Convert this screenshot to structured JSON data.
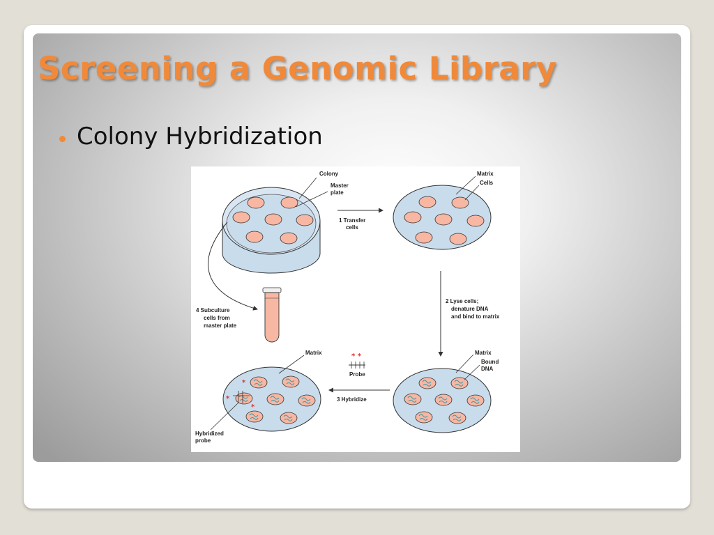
{
  "slide": {
    "title": "Screening a Genomic Library",
    "bullet": "Colony Hybridization"
  },
  "diagram": {
    "labels": {
      "colony": "Colony",
      "master_plate_1": "Master",
      "master_plate_2": "plate",
      "matrix_top": "Matrix",
      "cells": "Cells",
      "step1_a": "1  Transfer",
      "step1_b": "cells",
      "step2_a": "2  Lyse cells;",
      "step2_b": "denature DNA",
      "step2_c": "and bind to matrix",
      "matrix_br": "Matrix",
      "bound_dna_1": "Bound",
      "bound_dna_2": "DNA",
      "probe": "Probe",
      "step3": "3  Hybridize",
      "matrix_bl": "Matrix",
      "hybridized_1": "Hybridized",
      "hybridized_2": "probe",
      "step4_a": "4  Subculture",
      "step4_b": "cells from",
      "step4_c": "master plate"
    }
  },
  "colors": {
    "accent": "#f08a3a",
    "colony_fill": "#f7b7a3",
    "matrix_fill": "#c9dcec",
    "dna_strand": "#3a9aa8"
  }
}
